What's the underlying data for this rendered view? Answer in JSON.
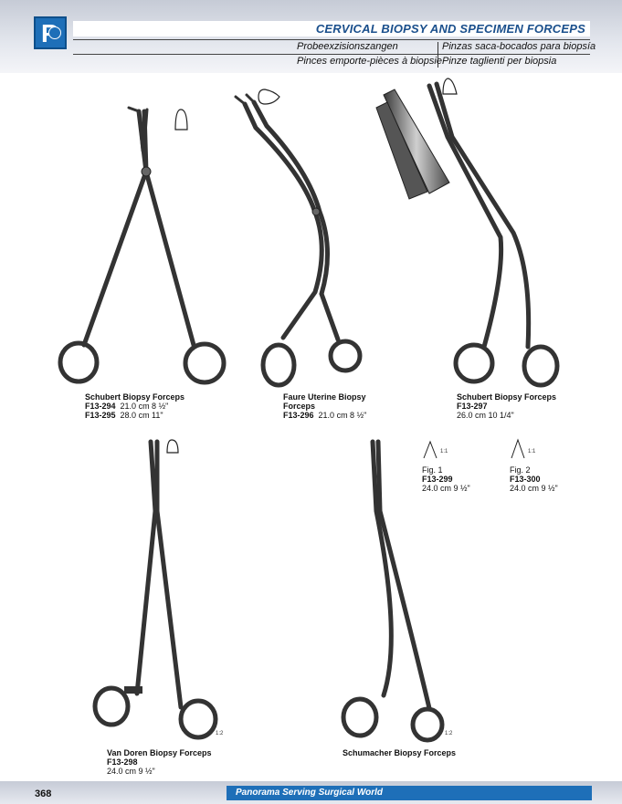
{
  "header": {
    "title": "CERVICAL BIOPSY AND SPECIMEN FORCEPS",
    "sub_de": "Probeexzisionszangen",
    "sub_es": "Pinzas saca-bocados para biopsía",
    "sub_fr": "Pinces emporte-pièces à biopsie",
    "sub_it": "Pinze taglienti per biopsia",
    "logo_letter": "P"
  },
  "products": [
    {
      "name": "Schubert Biopsy Forceps",
      "lines": [
        {
          "code": "F13-294",
          "size": "21.0 cm 8 ½\""
        },
        {
          "code": "F13-295",
          "size": "28.0 cm 11\""
        }
      ]
    },
    {
      "name": "Faure Uterine Biopsy",
      "name2": "Forceps",
      "lines": [
        {
          "code": "F13-296",
          "size": "21.0 cm 8 ½\""
        }
      ]
    },
    {
      "name": "Schubert Biopsy Forceps",
      "lines": [
        {
          "code": "F13-297",
          "size": ""
        }
      ],
      "size_line": "26.0 cm 10 1/4\""
    },
    {
      "name": "Van Doren Biopsy Forceps",
      "lines": [
        {
          "code": "F13-298",
          "size": ""
        }
      ],
      "size_line": "24.0 cm 9 ½\""
    },
    {
      "name": "Schumacher Biopsy Forceps"
    }
  ],
  "figs": [
    {
      "fig": "Fig. 1",
      "code": "F13-299",
      "size": "24.0 cm 9 ½\"",
      "scale": "1:1"
    },
    {
      "fig": "Fig. 2",
      "code": "F13-300",
      "size": "24.0 cm 9 ½\"",
      "scale": "1:1"
    }
  ],
  "scales": {
    "van_doren": "1:2",
    "schumacher": "1:2"
  },
  "footer": {
    "page": "368",
    "slogan": "Panorama Serving Surgical World"
  }
}
